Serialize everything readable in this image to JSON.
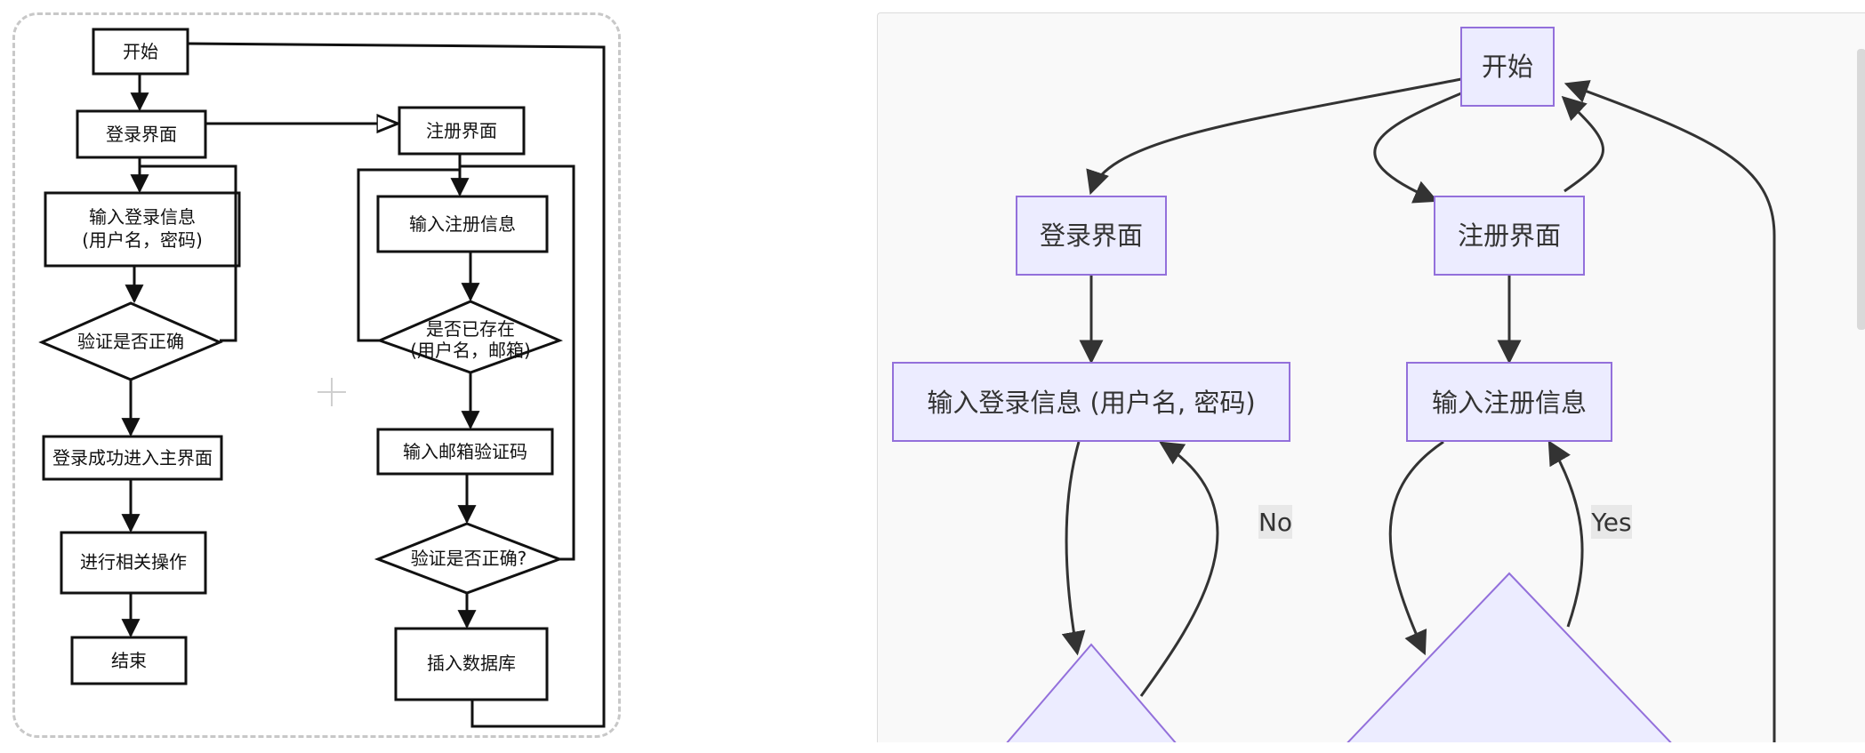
{
  "sketch": {
    "start": "开始",
    "login_screen": "登录界面",
    "login_input_line1": "输入登录信息",
    "login_input_line2": "(用户名，密码)",
    "verify_login": "验证是否正确",
    "login_success": "登录成功进入主界面",
    "do_ops": "进行相关操作",
    "end": "结束",
    "register_screen": "注册界面",
    "register_input": "输入注册信息",
    "exists_line1": "是否已存在",
    "exists_line2": "(用户名，邮箱)",
    "email_code": "输入邮箱验证码",
    "verify_register": "验证是否正确?",
    "insert_db": "插入数据库"
  },
  "mermaid": {
    "start": "开始",
    "login_screen": "登录界面",
    "register_screen": "注册界面",
    "login_input": "输入登录信息 (用户名, 密码)",
    "register_input": "输入注册信息",
    "edge_no": "No",
    "edge_yes": "Yes"
  },
  "colors": {
    "node_fill": "#ECECFF",
    "node_stroke": "#9370DB",
    "edge": "#333333",
    "edge_label_bg": "#e8e8e8"
  }
}
